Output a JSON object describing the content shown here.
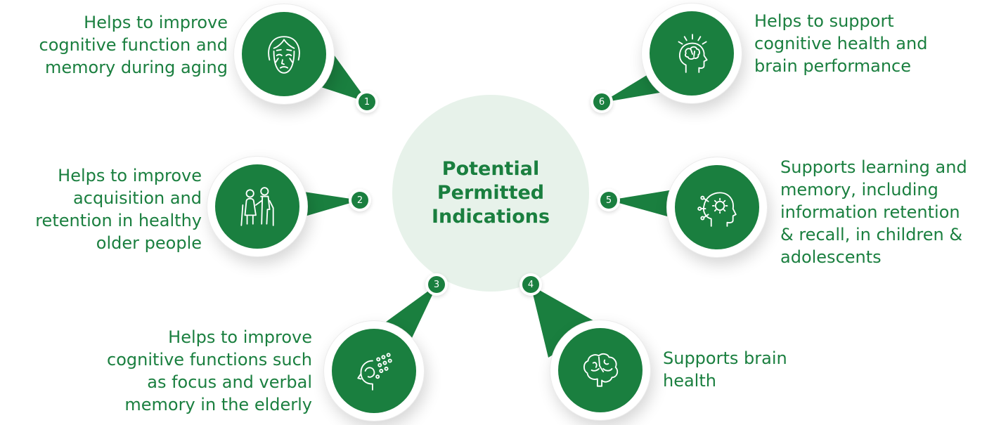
{
  "center": {
    "title_lines": [
      "Potential",
      "Permitted",
      "Indications"
    ]
  },
  "indications": [
    {
      "number": "1",
      "icon": "aging-face-icon",
      "lines": [
        "Helps to improve",
        "cognitive function and",
        "memory during aging"
      ]
    },
    {
      "number": "2",
      "icon": "elderly-couple-icon",
      "lines": [
        "Helps to improve",
        "acquisition and",
        "retention in healthy",
        "older people"
      ]
    },
    {
      "number": "3",
      "icon": "head-dots-icon",
      "lines": [
        "Helps to improve",
        "cognitive functions such",
        "as focus and verbal",
        "memory in the elderly"
      ]
    },
    {
      "number": "4",
      "icon": "brain-icon",
      "lines": [
        "Supports brain",
        "health"
      ]
    },
    {
      "number": "5",
      "icon": "head-gear-icon",
      "lines": [
        "Supports learning and",
        "memory, including",
        "information retention",
        "& recall, in children &",
        "adolescents"
      ]
    },
    {
      "number": "6",
      "icon": "head-brain-idea-icon",
      "lines": [
        "Helps to support",
        "cognitive health and",
        "brain performance"
      ]
    }
  ],
  "colors": {
    "primary": "#1a7f3f",
    "hub_fill": "#e7f2ea",
    "text": "#1a7f3f"
  }
}
